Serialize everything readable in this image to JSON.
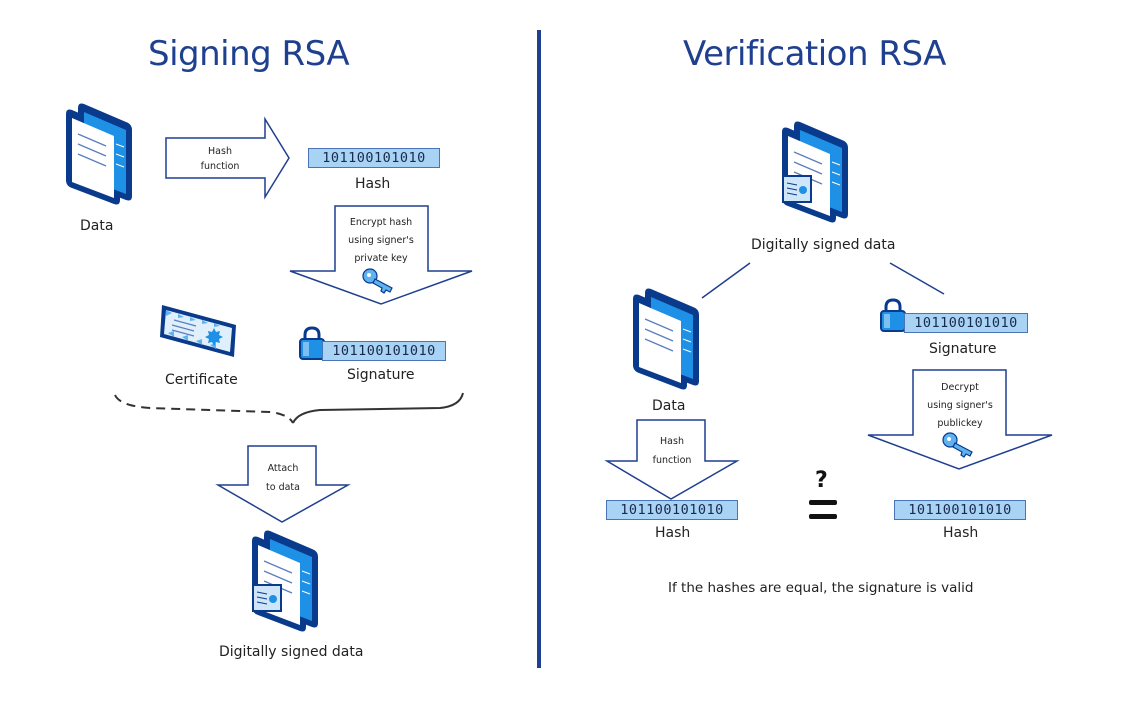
{
  "signing": {
    "title": "Signing RSA",
    "data_label": "Data",
    "hash_arrow_text": [
      "Hash",
      "function"
    ],
    "hash_value": "101100101010",
    "hash_label": "Hash",
    "encrypt_arrow_text": [
      "Encrypt hash",
      "using signer's",
      "private key"
    ],
    "certificate_label": "Certificate",
    "signature_value": "101100101010",
    "signature_label": "Signature",
    "attach_arrow_text": [
      "Attach",
      "to data"
    ],
    "signed_label": "Digitally signed data"
  },
  "verification": {
    "title": "Verification RSA",
    "signed_label": "Digitally signed data",
    "data_label": "Data",
    "hash_arrow_text": [
      "Hash",
      "function"
    ],
    "hash_left_value": "101100101010",
    "hash_left_label": "Hash",
    "signature_value": "101100101010",
    "signature_label": "Signature",
    "decrypt_arrow_text": [
      "Decrypt",
      "using signer's",
      "publickey"
    ],
    "hash_right_value": "101100101010",
    "hash_right_label": "Hash",
    "compare_symbol": "?",
    "conclusion": "If the hashes are equal, the signature is valid"
  },
  "colors": {
    "dark_blue": "#0a3a8c",
    "mid_blue": "#1e90e6",
    "light_blue": "#a9d3f5",
    "title_blue": "#1f3f8f"
  }
}
